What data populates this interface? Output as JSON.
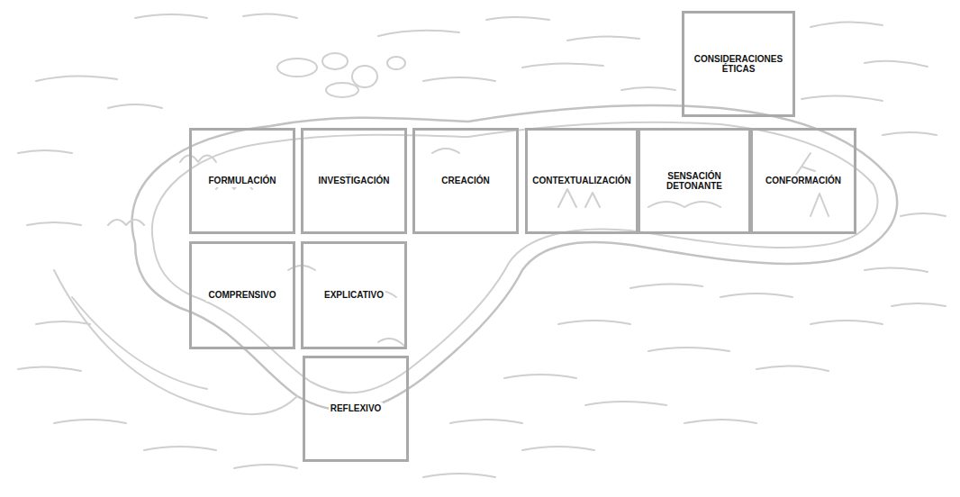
{
  "diagram": {
    "nodes": [
      {
        "text": [
          "CONSIDERACIONES ÉTICAS"
        ]
      },
      {
        "text": [
          "FORMULACIÓN"
        ]
      },
      {
        "text": [
          "INVESTIGACIÓN"
        ]
      },
      {
        "text": [
          "CREACIÓN"
        ]
      },
      {
        "text": [
          "CONTEXTUALIZACIÓN"
        ]
      },
      {
        "text": [
          "SENSACIÓN DETONANTE"
        ]
      },
      {
        "text": [
          "CONFORMACIÓN"
        ]
      },
      {
        "text": [
          "COMPRENSIVO"
        ]
      },
      {
        "text": [
          "EXPLICATIVO"
        ]
      },
      {
        "text": [
          "REFLEXIVO"
        ]
      }
    ]
  }
}
